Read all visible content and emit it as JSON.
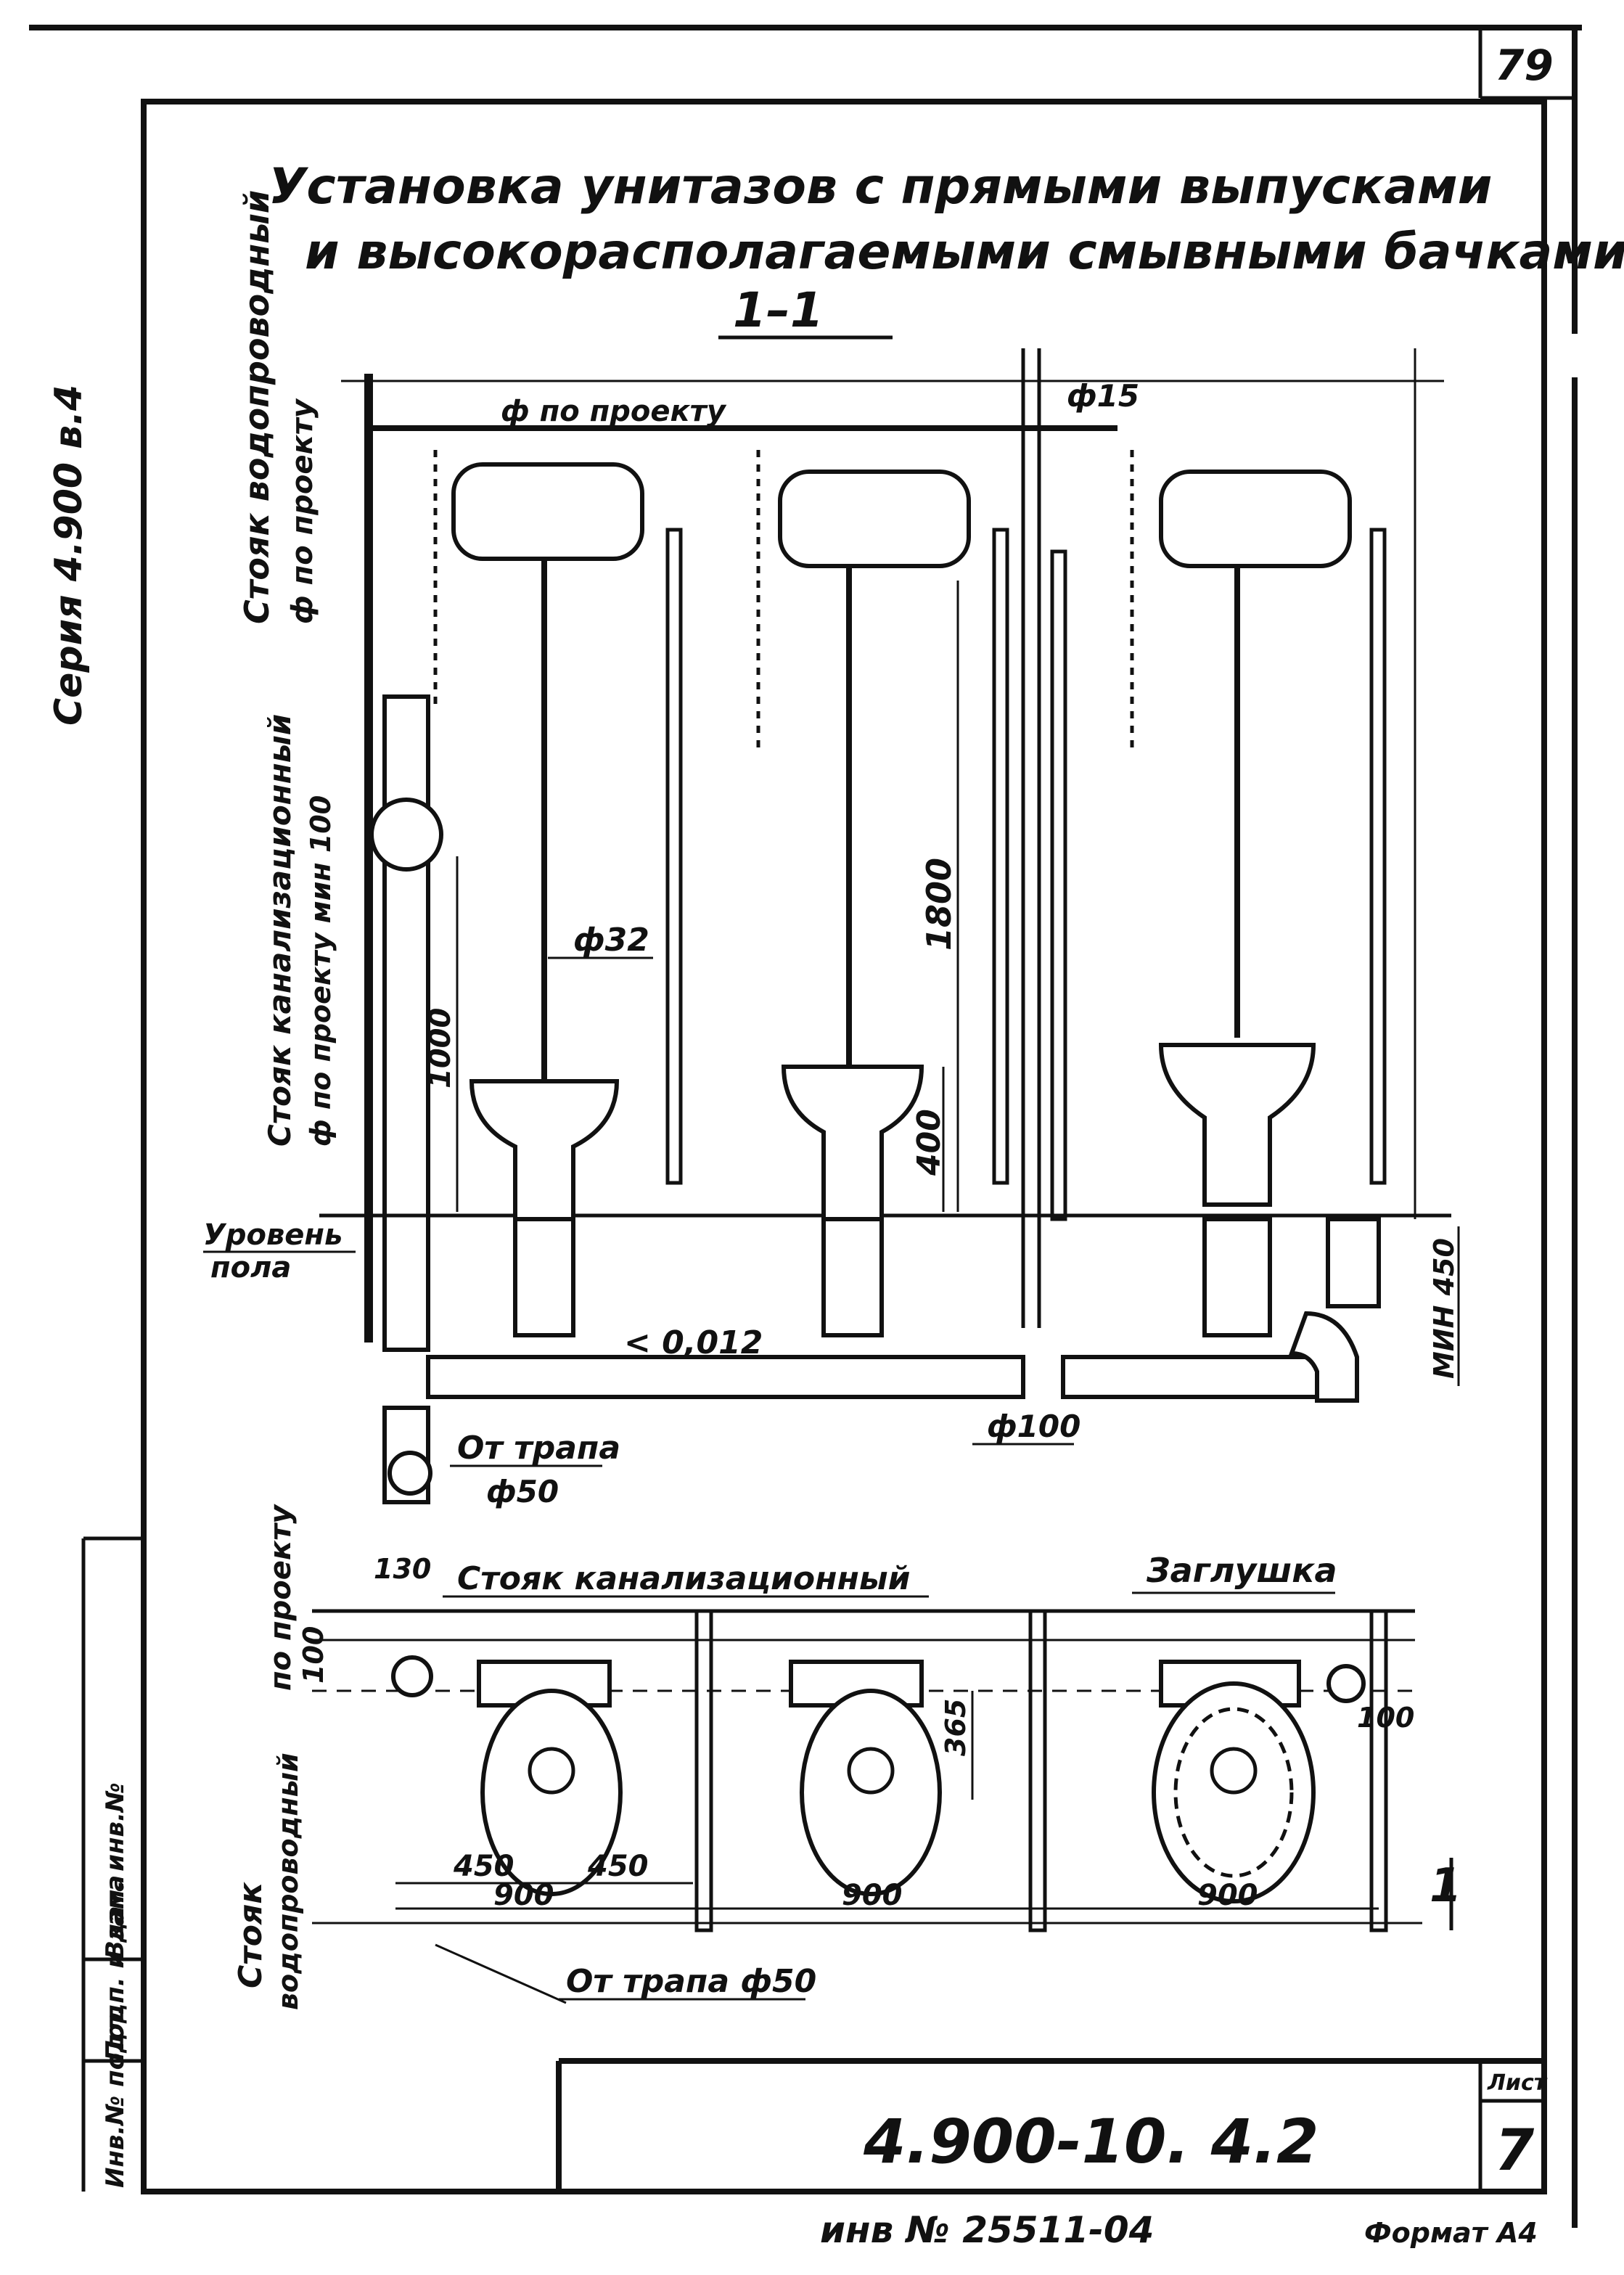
{
  "page_number": "79",
  "title_line1": "Установка унитазов с прямыми выпусками",
  "title_line2": "и высокорасполагаемыми смывными бачками",
  "section_mark": "1–1",
  "margin_series": "Серия 4.900 в.4",
  "labels": {
    "riser_water": "Стояк водопроводный",
    "riser_water_dia": "ф по проекту",
    "riser_sewer": "Стояк канализационный",
    "riser_sewer_dia": "ф по проекту мин 100",
    "pipe_per_project": "ф по проекту",
    "pipe_15": "ф15",
    "pipe_32": "ф32",
    "slope": "< 0,012",
    "pipe_100": "ф100",
    "from_drain": "От трапа",
    "dia_50": "ф50",
    "floor_level_1": "Уровень",
    "floor_level_2": "пола",
    "dim_1800": "1800",
    "dim_1000": "1000",
    "dim_400": "400",
    "dim_min450": "МИН 450",
    "plan_riser_sewer": "Стояк канализационный",
    "plug": "Заглушка",
    "plan_per_project": "по проекту",
    "plan_riser_water_1": "Стояк",
    "plan_riser_water_2": "водопроводный",
    "dim_130": "130",
    "dim_100_left": "100",
    "dim_100_right": "100",
    "dim_365": "365",
    "dim_450_a": "450",
    "dim_450_b": "450",
    "dim_900_a": "900",
    "dim_900_b": "900",
    "dim_900_c": "900",
    "from_drain_50": "От трапа ф50",
    "section_cut": "1"
  },
  "stamp": {
    "sheet_label": "Лист",
    "sheet_number": "7",
    "doc_number": "4.900-10. 4.2"
  },
  "side_table": [
    "Инв.№ подл.",
    "Подп. и дата",
    "Взам. инв.№"
  ],
  "bottom_note": "инв № 25511-04",
  "format_note": "Формат А4"
}
